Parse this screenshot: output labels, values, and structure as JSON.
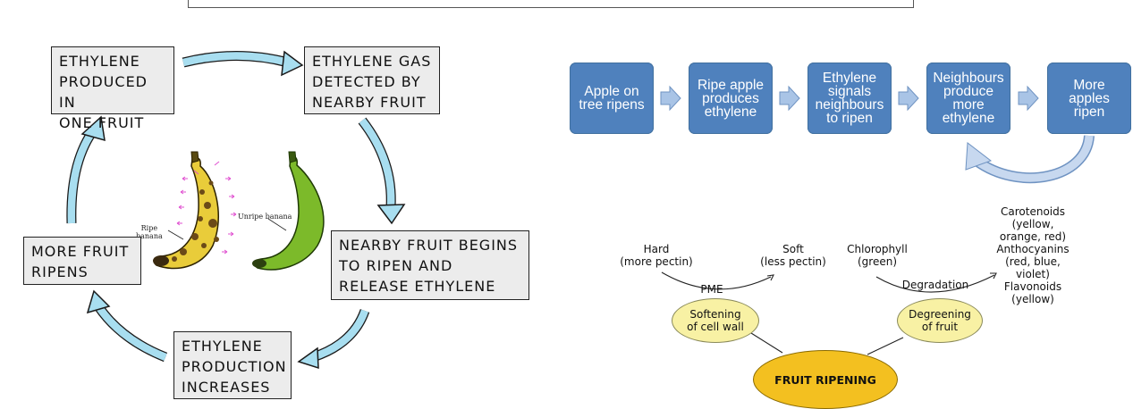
{
  "cycle": {
    "boxes": {
      "ethylene_produced": "ETHYLENE\nPRODUCED IN\nONE FRUIT",
      "gas_detected": "ETHYLENE GAS\nDETECTED BY\nNEARBY FRUIT",
      "nearby_begins": "NEARBY FRUIT BEGINS\nTO RIPEN AND\nRELEASE ETHYLENE",
      "production_increases": "ETHYLENE\nPRODUCTION\nINCREASES",
      "more_ripens": "MORE FRUIT\nRIPENS"
    },
    "banana_labels": {
      "ripe": "Ripe\nbanana",
      "unripe": "Unripe banana"
    }
  },
  "flow": {
    "steps": [
      "Apple on\ntree ripens",
      "Ripe apple\nproduces\nethylene",
      "Ethylene\nsignals\nneighbours\nto ripen",
      "Neighbours\nproduce\nmore\nethylene",
      "More\napples\nripen"
    ]
  },
  "ripening": {
    "center": "FRUIT RIPENING",
    "softening": "Softening\nof cell wall",
    "degreening": "Degreening\nof fruit",
    "hard": "Hard\n(more pectin)",
    "soft": "Soft\n(less pectin)",
    "pme": "PME",
    "chlorophyll": "Chlorophyll\n(green)",
    "degradation": "Degradation",
    "pigments": "Carotenoids\n(yellow,\norange, red)\nAnthocyanins\n(red, blue,\nviolet)\nFlavonoids\n(yellow)"
  },
  "colors": {
    "cycle_arrow": "#a8def0",
    "flow_box": "#4f81bd",
    "chevron": "#a9c4e6",
    "ellipse": "#f8f1a4",
    "center": "#f3c020"
  }
}
